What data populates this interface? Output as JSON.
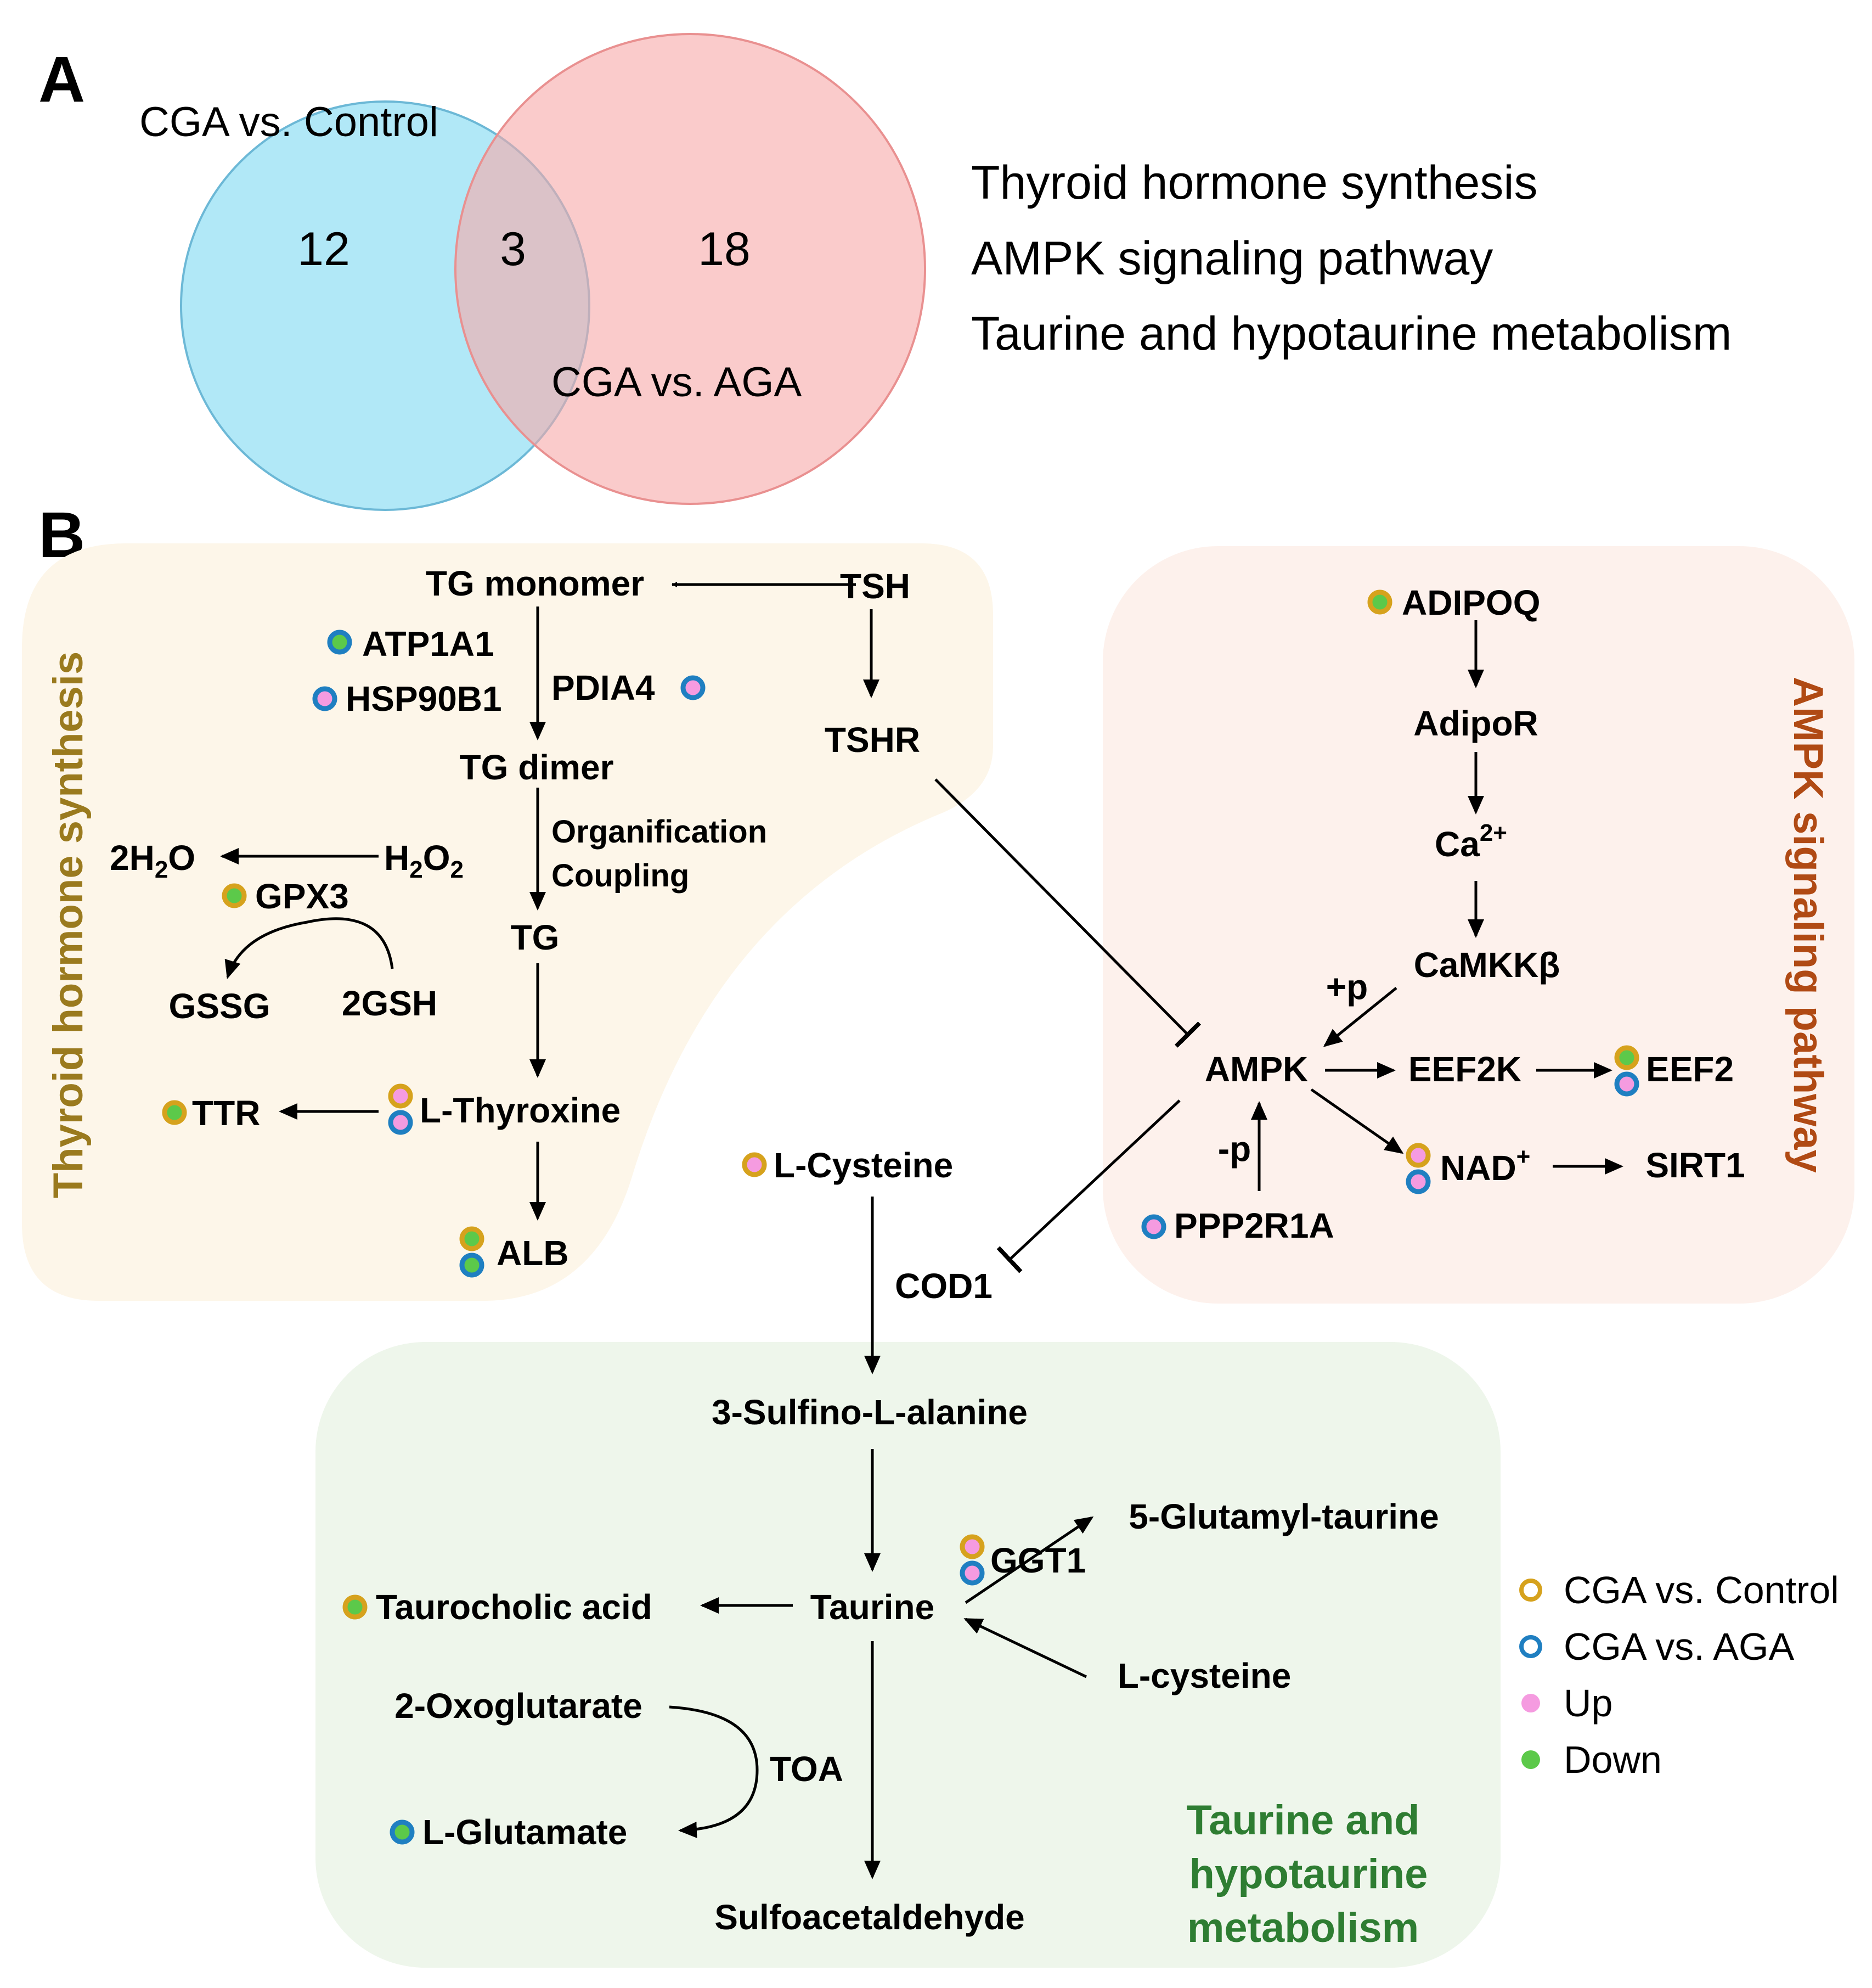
{
  "colors": {
    "venn_left": "#7dd9f2",
    "venn_right": "#f7a8a8",
    "panel_thyroid": "#fdf6e9",
    "panel_ampk": "#fdf1ec",
    "panel_taurine": "#eef6eb",
    "thyroid_title": "#9a7a1e",
    "ampk_title": "#b04a14",
    "taurine_title": "#2e7d32",
    "cga_vs_control": "#d6a21d",
    "cga_vs_aga": "#1f7fc1",
    "up": "#f59be0",
    "down": "#5cc94a"
  },
  "panel_a": {
    "letter": "A",
    "venn": {
      "left_label": "CGA vs. Control",
      "right_label": "CGA vs. AGA",
      "left_only": "12",
      "overlap": "3",
      "right_only": "18"
    },
    "shared_pathways": [
      "Thyroid hormone synthesis",
      "AMPK signaling pathway",
      "Taurine and hypotaurine metabolism"
    ]
  },
  "panel_b": {
    "letter": "B",
    "thyroid": {
      "title": "Thyroid hormone synthesis",
      "tg_monomer": "TG monomer",
      "tsh": "TSH",
      "tshr": "TSHR",
      "atp1a1": "ATP1A1",
      "hsp90b1": "HSP90B1",
      "pdia4": "PDIA4",
      "tg_dimer": "TG dimer",
      "organification": "Organification",
      "coupling": "Coupling",
      "tg": "TG",
      "h2o_coef": "2H",
      "h2o_sub": "2",
      "h2o_tail": "O",
      "h2o2_h": "H",
      "h2o2_sub1": "2",
      "h2o2_o": "O",
      "h2o2_sub2": "2",
      "gpx3": "GPX3",
      "gssg": "GSSG",
      "gsh": "2GSH",
      "l_thyroxine": "L-Thyroxine",
      "ttr": "TTR",
      "alb": "ALB"
    },
    "ampk": {
      "title": "AMPK signaling pathway",
      "adipoq": "ADIPOQ",
      "adipor": "AdipoR",
      "ca": "Ca",
      "ca_sup": "2+",
      "camkkb": "CaMKKβ",
      "plus_p": "+p",
      "ampk": "AMPK",
      "eef2k": "EEF2K",
      "eef2": "EEF2",
      "nad": "NAD",
      "nad_sup": "+",
      "sirt1": "SIRT1",
      "minus_p": "-p",
      "ppp2r1a": "PPP2R1A"
    },
    "taurine": {
      "title_line1": "Taurine and",
      "title_line2": "hypotaurine",
      "title_line3": "metabolism",
      "l_cysteine_top": "L-Cysteine",
      "cod1": "COD1",
      "sulfino": "3-Sulfino-L-alanine",
      "ggt1": "GGT1",
      "glutamyl_taurine": "5-Glutamyl-taurine",
      "taurine": "Taurine",
      "taurocholic": "Taurocholic acid",
      "l_cysteine": "L-cysteine",
      "oxoglutarate": "2-Oxoglutarate",
      "toa": "TOA",
      "l_glutamate": "L-Glutamate",
      "sulfoacetaldehyde": "Sulfoacetaldehyde"
    },
    "legend": [
      {
        "label": "CGA vs. Control",
        "style": "ring",
        "color": "#d6a21d"
      },
      {
        "label": "CGA vs. AGA",
        "style": "ring",
        "color": "#1f7fc1"
      },
      {
        "label": "Up",
        "style": "dot",
        "color": "#f59be0"
      },
      {
        "label": "Down",
        "style": "dot",
        "color": "#5cc94a"
      }
    ]
  }
}
